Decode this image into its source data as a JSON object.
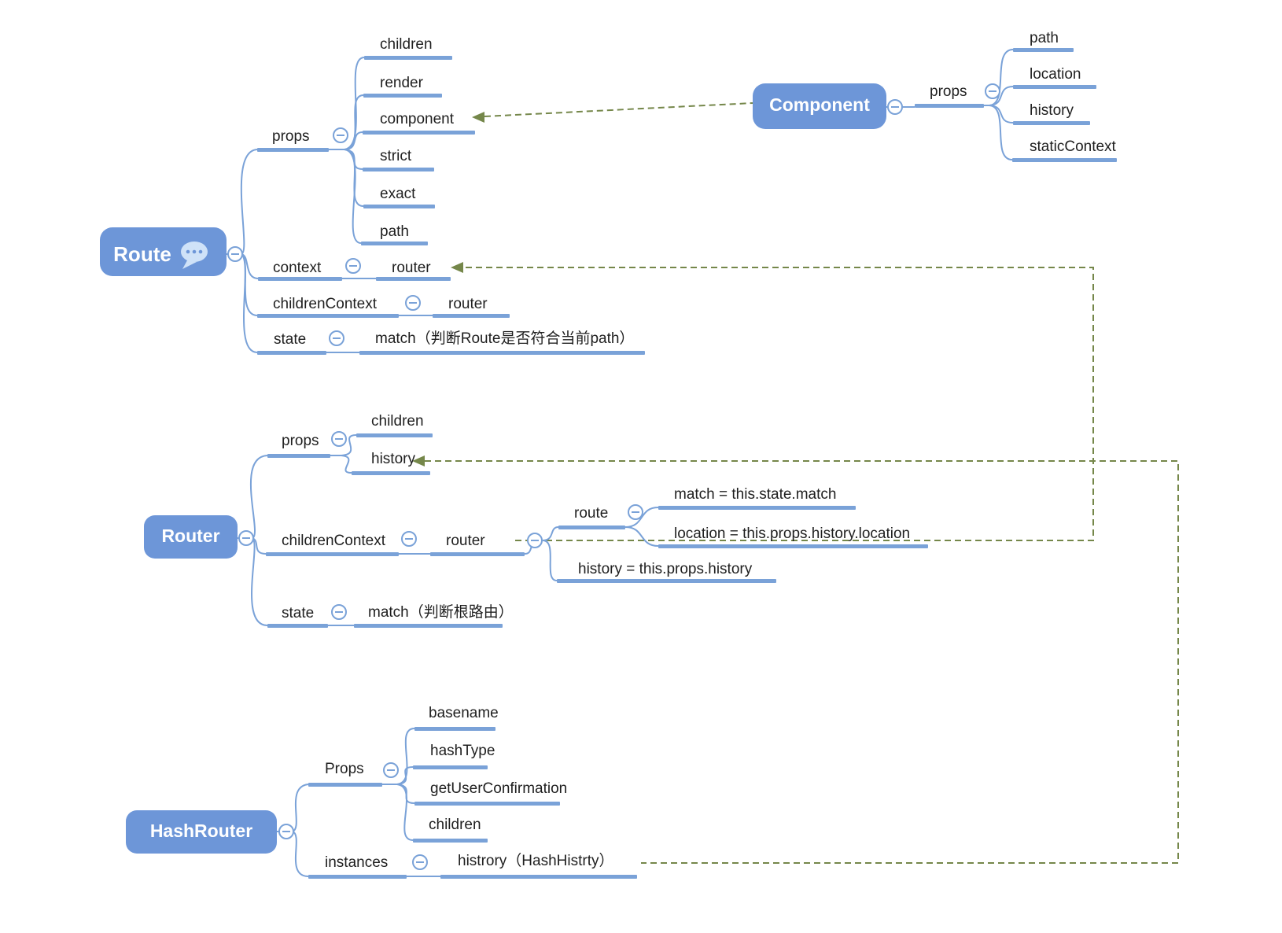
{
  "colors": {
    "node_fill": "#6d96d8",
    "branch_blue": "#7aa2d8",
    "dashed_link_olive": "#75874a",
    "label_text": "#1f1f1f"
  },
  "nodes": {
    "route": {
      "label": "Route",
      "note_icon": "comment-bubble-icon",
      "branches": {
        "props": {
          "label": "props",
          "children": [
            "children",
            "render",
            "component",
            "strict",
            "exact",
            "path"
          ]
        },
        "context": {
          "label": "context",
          "children": [
            "router"
          ]
        },
        "children_context": {
          "label": "childrenContext",
          "children": [
            "router"
          ]
        },
        "state": {
          "label": "state",
          "children": [
            "match（判断Route是否符合当前path）"
          ]
        }
      }
    },
    "component": {
      "label": "Component",
      "branches": {
        "props": {
          "label": "props",
          "children": [
            "path",
            "location",
            "history",
            "staticContext"
          ]
        }
      }
    },
    "router": {
      "label": "Router",
      "branches": {
        "props": {
          "label": "props",
          "children": [
            "children",
            "history"
          ]
        },
        "children_context": {
          "label": "childrenContext",
          "router": {
            "label": "router",
            "route": {
              "label": "route",
              "children": [
                "match = this.state.match",
                "location = this.props.history.location"
              ]
            },
            "history_assignment": "history = this.props.history"
          }
        },
        "state": {
          "label": "state",
          "children": [
            "match（判断根路由）"
          ]
        }
      }
    },
    "hashrouter": {
      "label": "HashRouter",
      "branches": {
        "props": {
          "label": "Props",
          "children": [
            "basename",
            "hashType",
            "getUserConfirmation",
            "children"
          ]
        },
        "instances": {
          "label": "instances",
          "children": [
            "histrory（HashHistrty）"
          ]
        }
      }
    }
  },
  "relations": [
    {
      "from": "Component",
      "to": "Route / props / component",
      "style": "dashed-arrow"
    },
    {
      "from": "Router / childrenContext / router",
      "to": "Route / context / router",
      "style": "dashed-arrow"
    },
    {
      "from": "HashRouter / instances / histrory（HashHistrty）",
      "to": "Router / props / history",
      "style": "dashed-arrow"
    }
  ]
}
